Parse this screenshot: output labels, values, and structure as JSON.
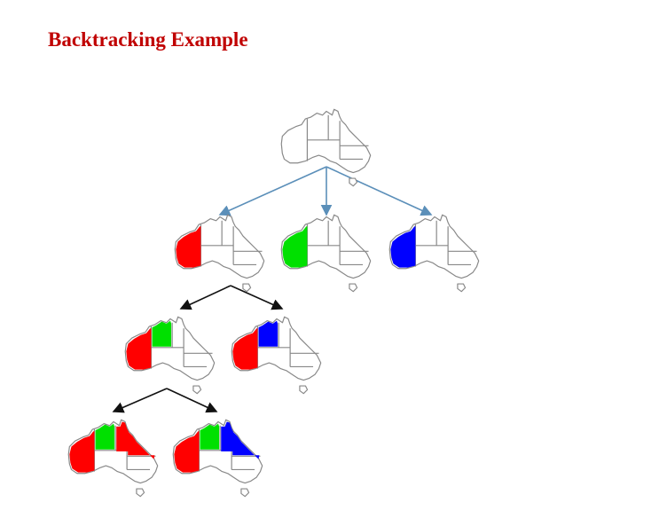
{
  "slide": {
    "title": "Backtracking Example"
  },
  "colors": {
    "title": "#c00000",
    "red": "#ff0000",
    "green": "#00e000",
    "blue": "#0000ff",
    "map_outline": "#888888",
    "arrow_blue": "#5b8fb9",
    "arrow_black": "#111111"
  },
  "search_tree": {
    "root": {
      "colored": []
    },
    "levels": [
      [
        {
          "colored": [
            {
              "region": "WA",
              "color": "red"
            }
          ]
        },
        {
          "colored": [
            {
              "region": "WA",
              "color": "green"
            }
          ]
        },
        {
          "colored": [
            {
              "region": "WA",
              "color": "blue"
            }
          ]
        }
      ],
      [
        {
          "colored": [
            {
              "region": "WA",
              "color": "red"
            },
            {
              "region": "NT",
              "color": "green"
            }
          ]
        },
        {
          "colored": [
            {
              "region": "WA",
              "color": "red"
            },
            {
              "region": "NT",
              "color": "blue"
            }
          ]
        }
      ],
      [
        {
          "colored": [
            {
              "region": "WA",
              "color": "red"
            },
            {
              "region": "NT",
              "color": "green"
            },
            {
              "region": "Q",
              "color": "red"
            }
          ]
        },
        {
          "colored": [
            {
              "region": "WA",
              "color": "red"
            },
            {
              "region": "NT",
              "color": "green"
            },
            {
              "region": "Q",
              "color": "blue"
            }
          ]
        }
      ]
    ]
  }
}
